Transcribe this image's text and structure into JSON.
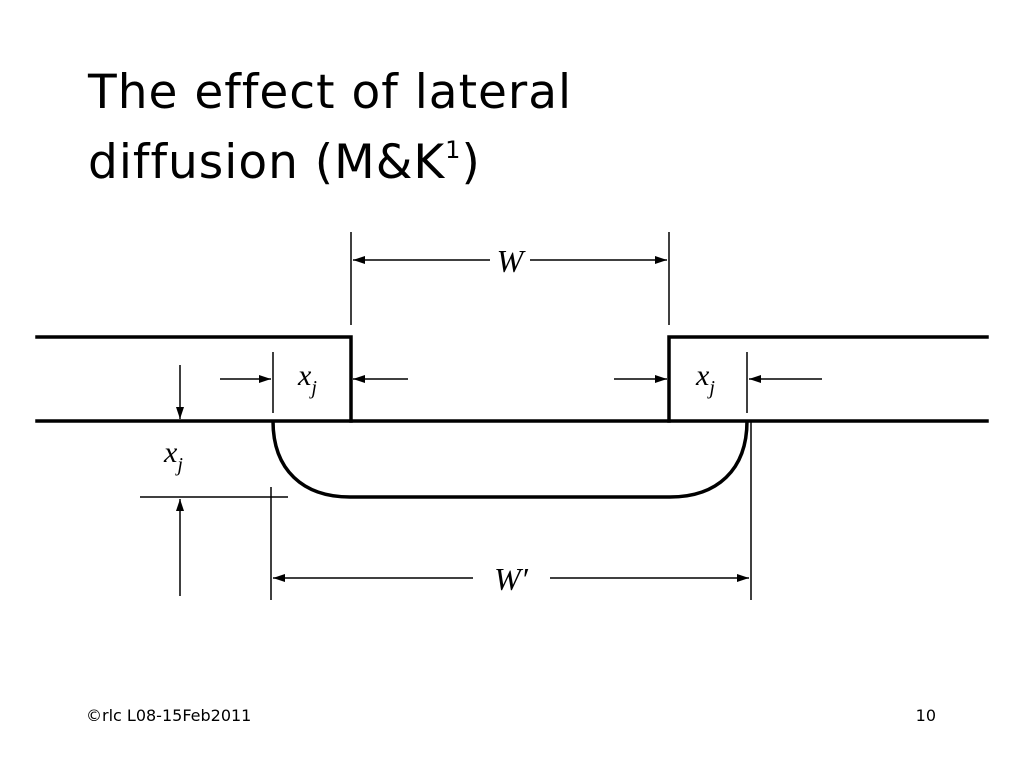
{
  "slide": {
    "title_main": "The effect of lateral diffusion (M&K",
    "title_sup": "1",
    "title_end": ")",
    "footer_left": "©rlc L08-15Feb2011",
    "footer_right": "10"
  },
  "diagram": {
    "label_w": "W",
    "label_w_prime": "W′",
    "label_xj_base": "x",
    "label_xj_sub": "j"
  }
}
